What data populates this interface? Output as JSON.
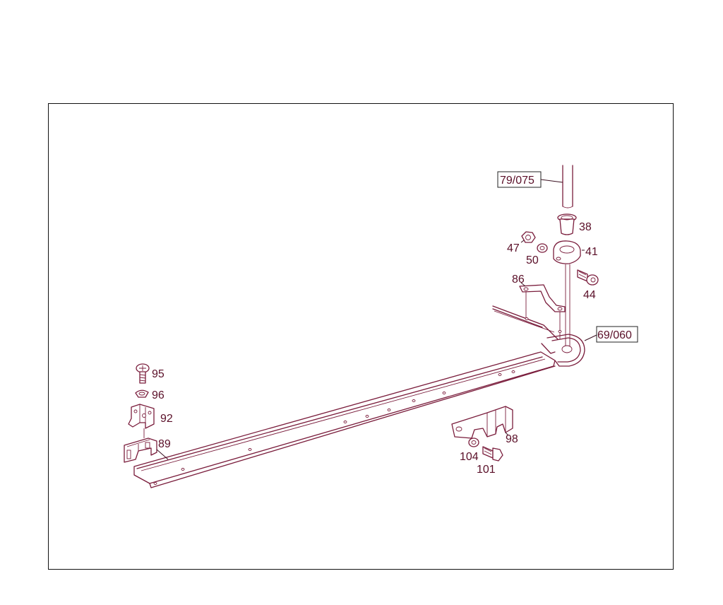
{
  "labels": {
    "l79075": "79/075",
    "l38": "38",
    "l47": "47",
    "l50": "50",
    "l41": "41",
    "l44": "44",
    "l86": "86",
    "l69060": "69/060",
    "l95": "95",
    "l96": "96",
    "l92": "92",
    "l89": "89",
    "l98": "98",
    "l104": "104",
    "l101": "101"
  },
  "colors": {
    "line": "#7a1d3c",
    "text": "#5a0f28",
    "frame": "#111111"
  }
}
